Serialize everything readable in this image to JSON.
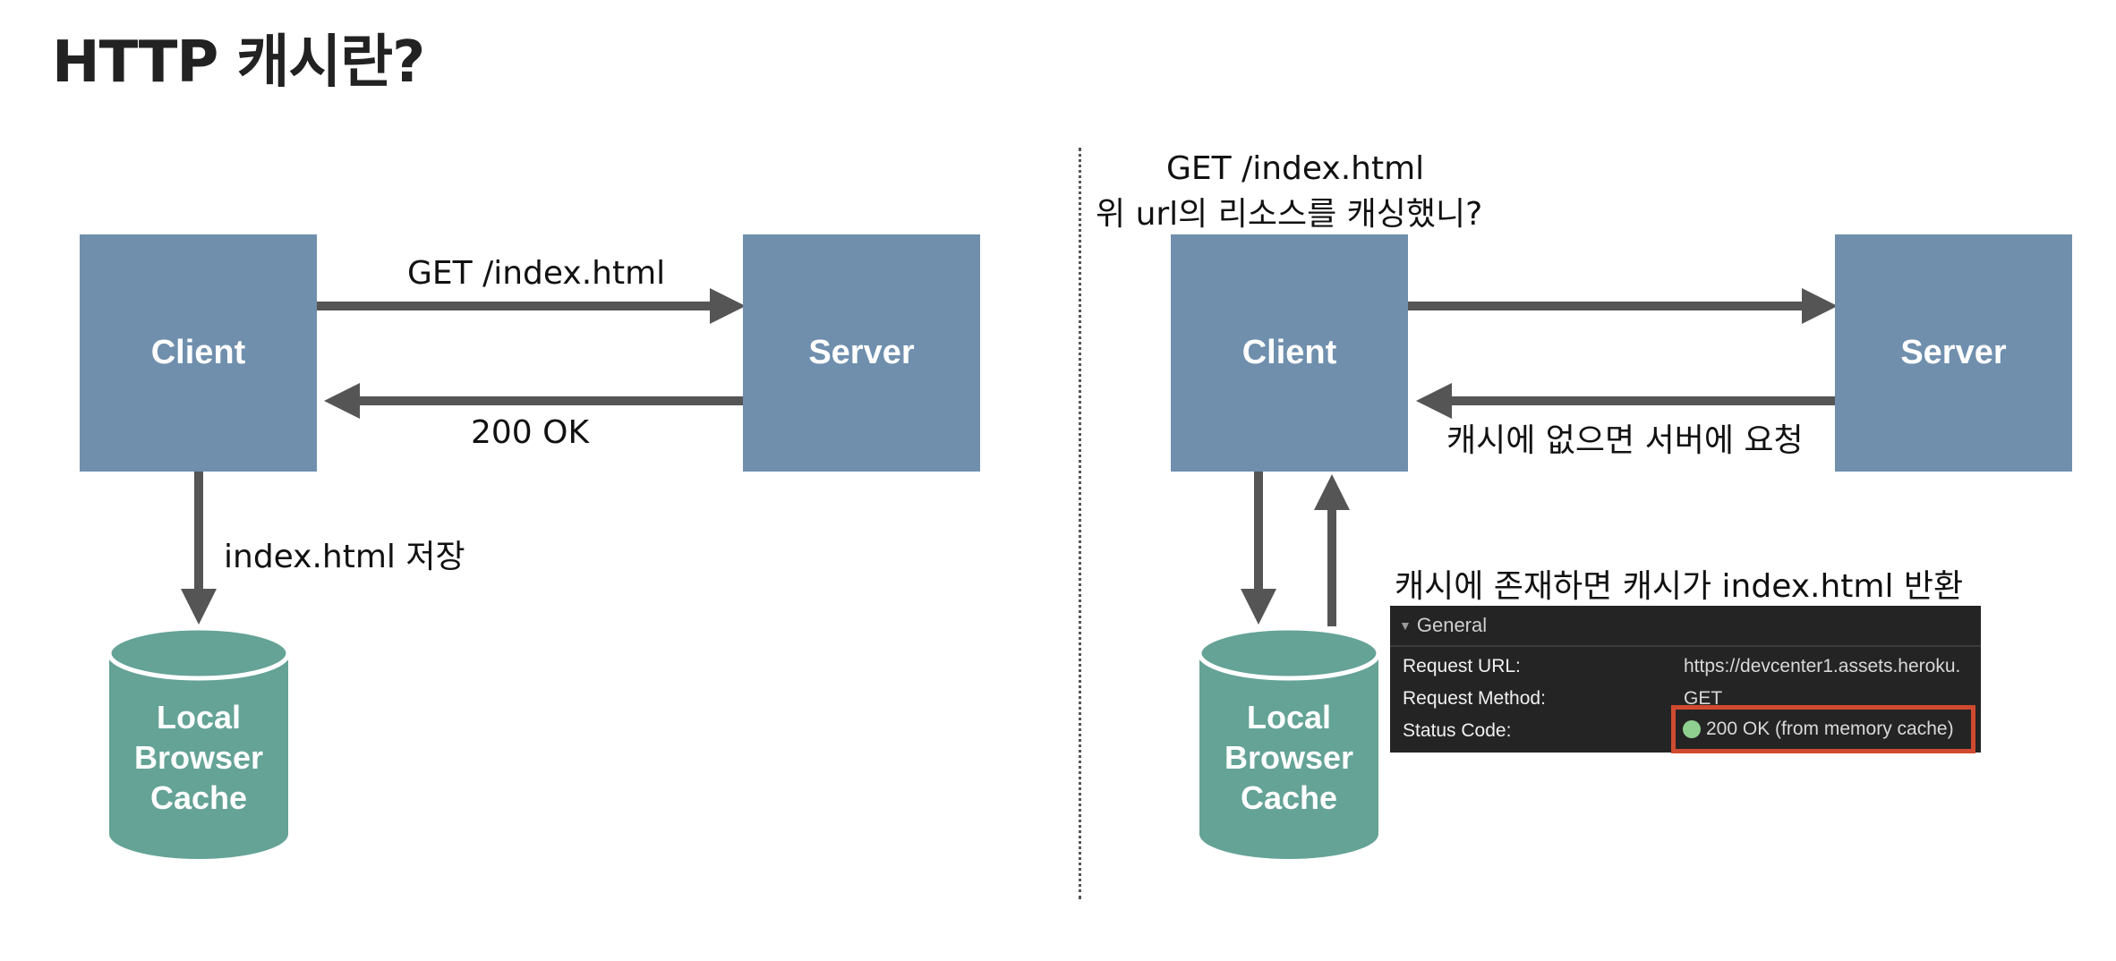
{
  "page": {
    "title": "HTTP 캐시란?"
  },
  "left": {
    "client_label": "Client",
    "server_label": "Server",
    "request_label": "GET /index.html",
    "response_label": "200 OK",
    "store_label": "index.html 저장",
    "cache_label": "Local\nBrowser\nCache"
  },
  "right": {
    "question_line1": "GET /index.html",
    "question_line2": "위 url의 리소스를 캐싱했니?",
    "client_label": "Client",
    "server_label": "Server",
    "miss_label": "캐시에 없으면 서버에 요청",
    "hit_label": "캐시에 존재하면 캐시가 index.html  반환",
    "cache_label": "Local\nBrowser\nCache"
  },
  "devtools": {
    "section": "General",
    "rows": [
      {
        "key": "Request URL:",
        "value": "https://devcenter1.assets.heroku."
      },
      {
        "key": "Request Method:",
        "value": "GET"
      },
      {
        "key": "Status Code:",
        "value": "200 OK (from memory cache)"
      }
    ],
    "status_color": "#8fcf8f",
    "highlight_color": "#d04a30"
  },
  "colors": {
    "box": "#6f8fad",
    "cache": "#64a396",
    "arrow": "#555555"
  }
}
